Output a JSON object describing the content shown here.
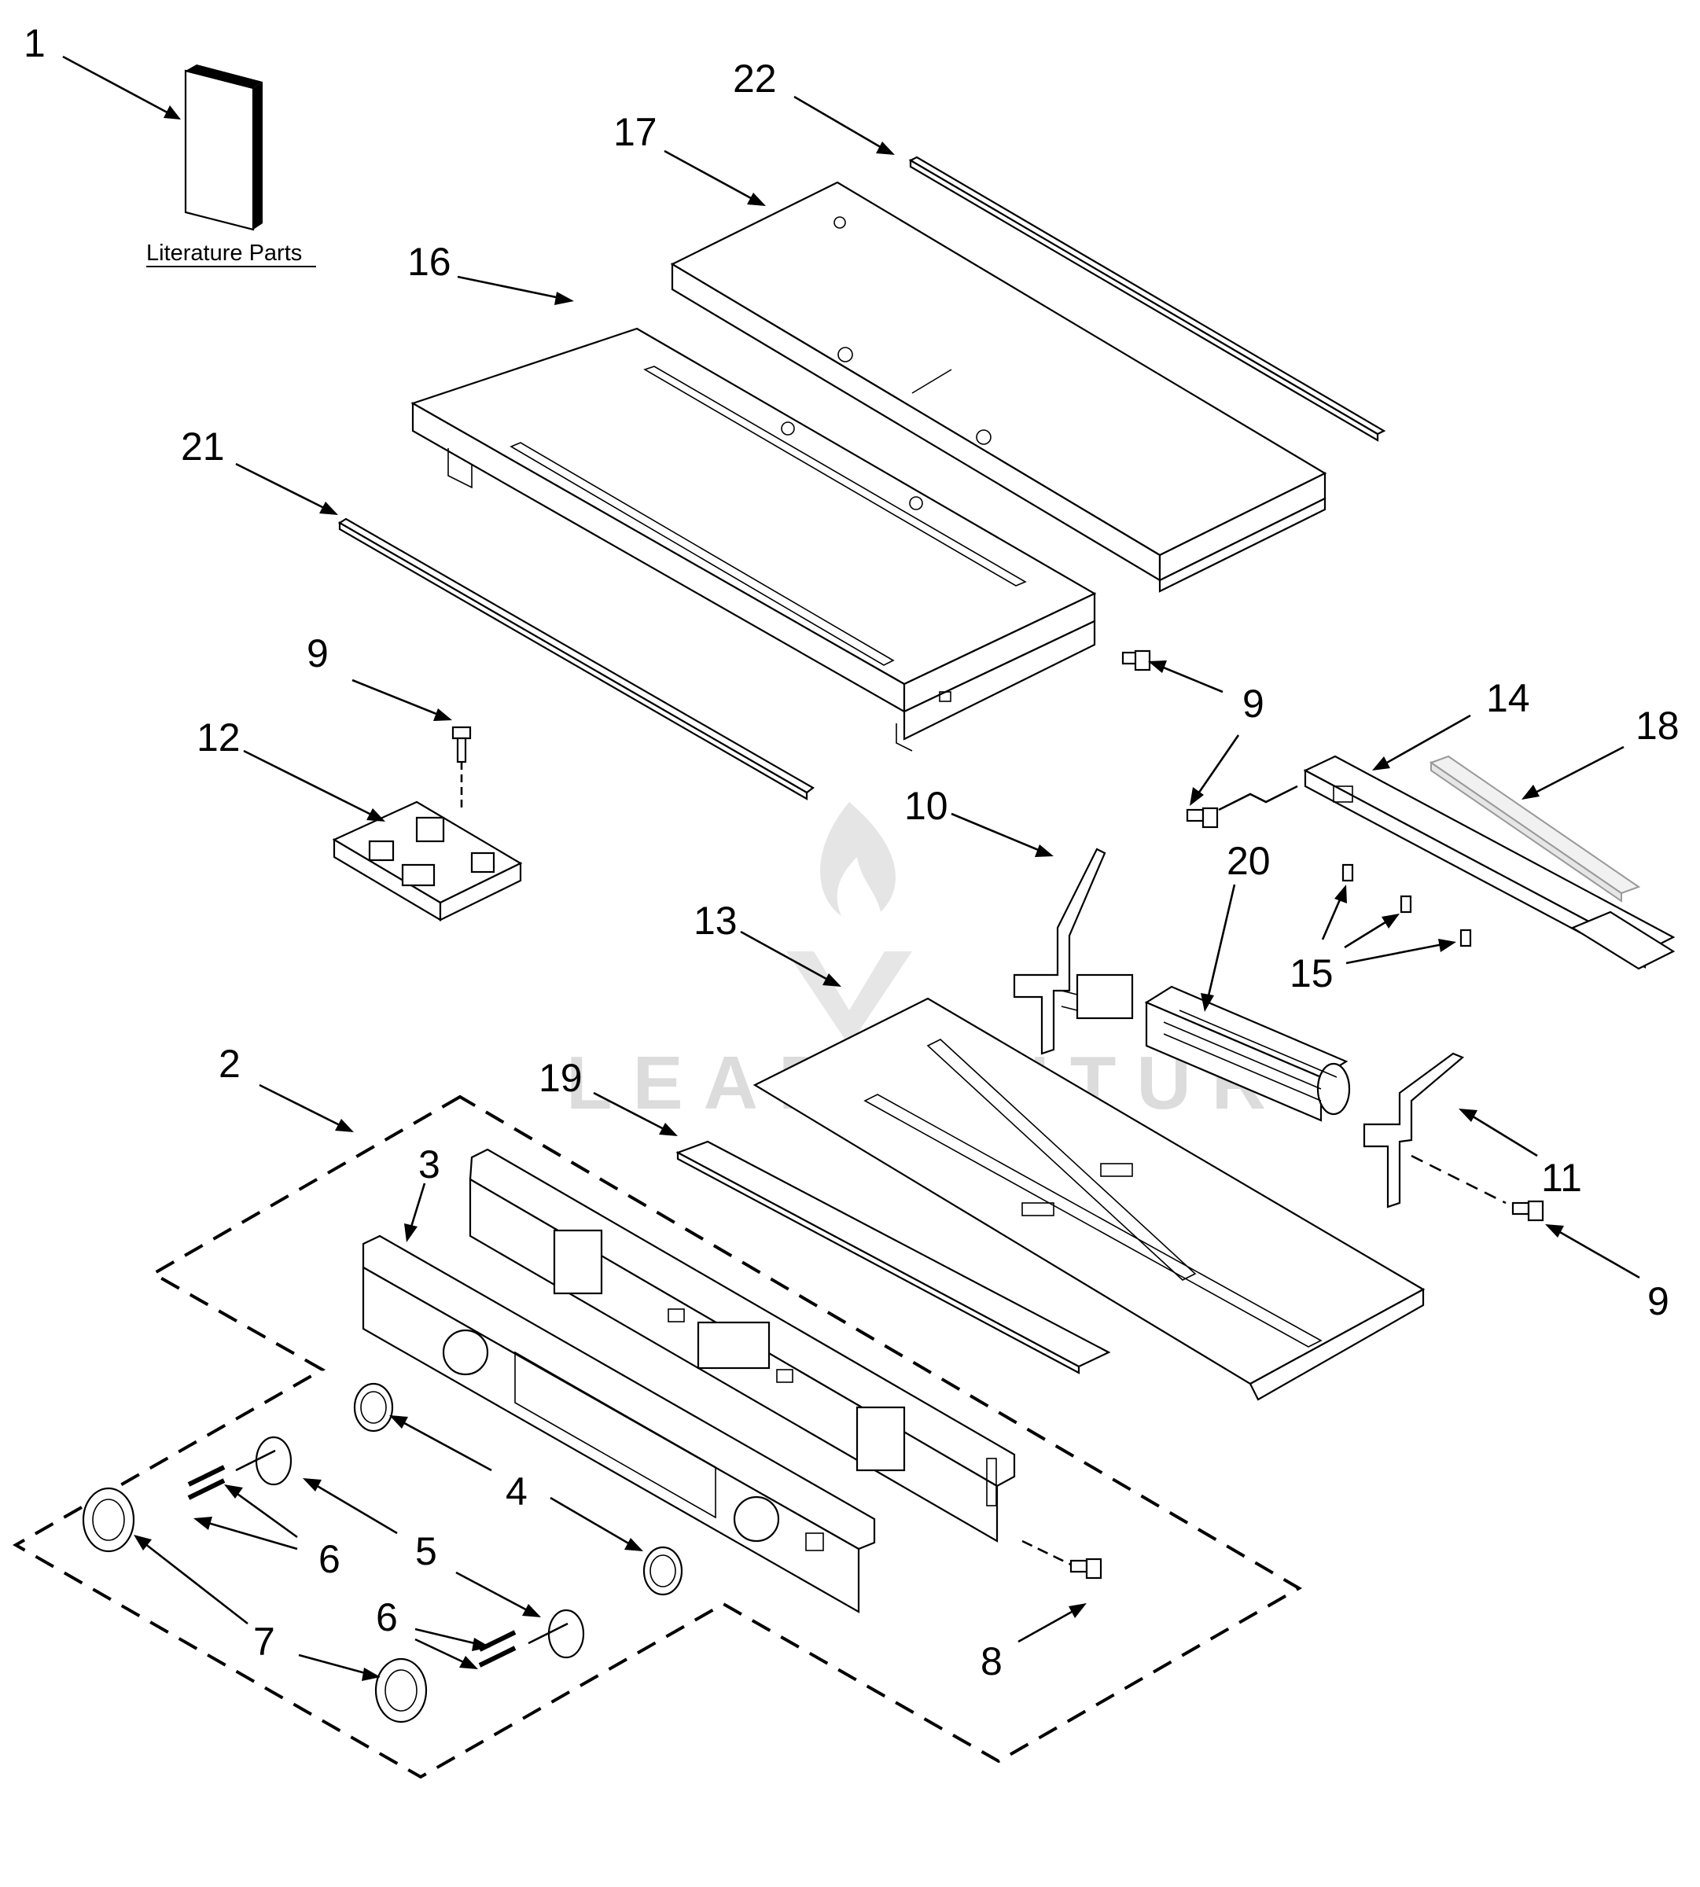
{
  "literature": {
    "label": "Literature Parts"
  },
  "watermark": {
    "text": "LEADVENTURE"
  },
  "callouts": [
    "1",
    "2",
    "3",
    "4",
    "5",
    "6",
    "7",
    "8",
    "9",
    "10",
    "11",
    "12",
    "13",
    "14",
    "15",
    "16",
    "17",
    "18",
    "19",
    "20",
    "21",
    "22"
  ]
}
